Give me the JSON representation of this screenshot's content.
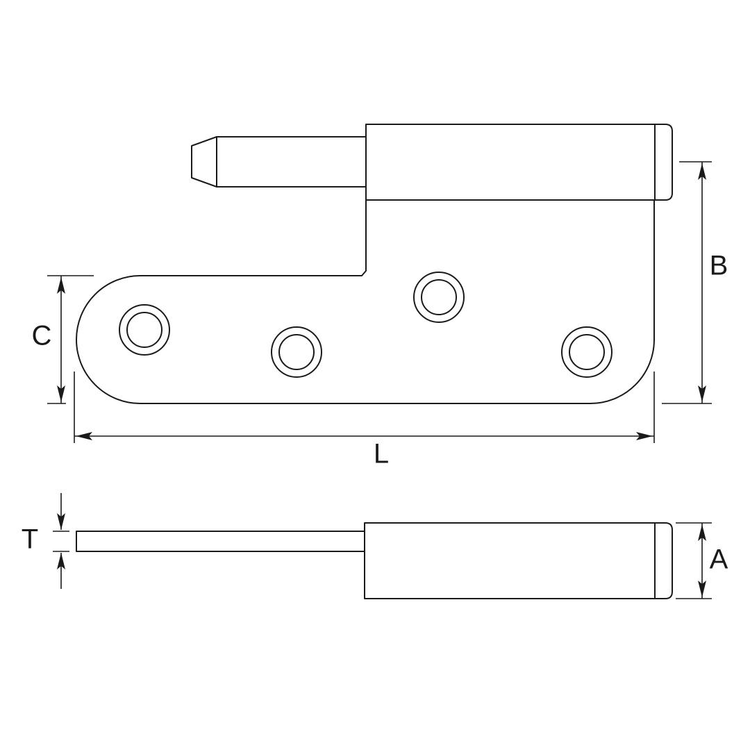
{
  "dimensions": {
    "length_label": "L",
    "height_label": "B",
    "leaf_width_label": "C",
    "thickness_label": "T",
    "barrel_diameter_label": "A"
  },
  "colors": {
    "line": "#1a1a1a",
    "background": "#ffffff"
  }
}
